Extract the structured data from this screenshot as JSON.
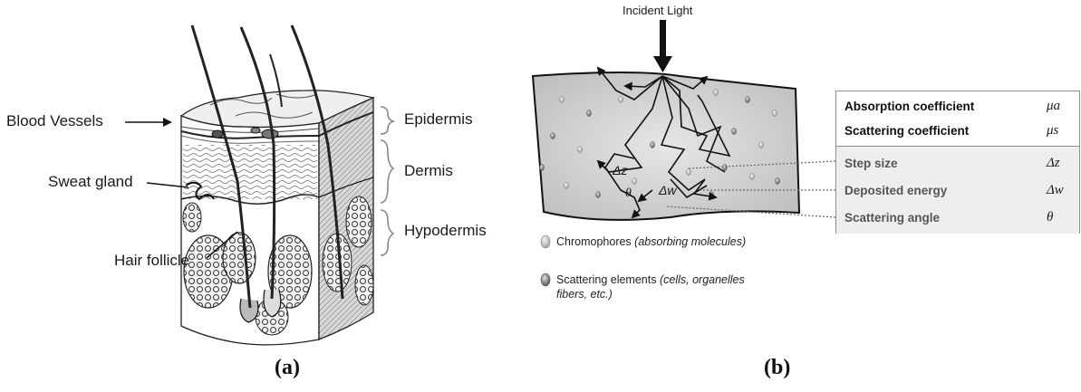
{
  "panel_a": {
    "labels": {
      "blood_vessels": "Blood Vessels",
      "sweat_gland": "Sweat gland",
      "hair_follicle": "Hair follicle",
      "epidermis": "Epidermis",
      "dermis": "Dermis",
      "hypodermis": "Hypodermis"
    },
    "caption": "(a)"
  },
  "panel_b": {
    "incident_light": "Incident Light",
    "inline_symbols": {
      "delta_z": "Δz",
      "delta_w": "Δw",
      "theta": "θ"
    },
    "table": {
      "rows": [
        {
          "name": "Absorption coefficient",
          "symbol": "μa"
        },
        {
          "name": "Scattering coefficient",
          "symbol": "μs"
        },
        {
          "name": "Step size",
          "symbol": "Δz"
        },
        {
          "name": "Deposited energy",
          "symbol": "Δw"
        },
        {
          "name": "Scattering angle",
          "symbol": "θ"
        }
      ]
    },
    "legend": {
      "chromophores": "Chromophores",
      "chromophores_note": "(absorbing molecules)",
      "scattering": "Scattering elements",
      "scattering_note_1": "(cells, organelles",
      "scattering_note_2": "fibers, etc.)"
    },
    "caption": "(b)"
  }
}
